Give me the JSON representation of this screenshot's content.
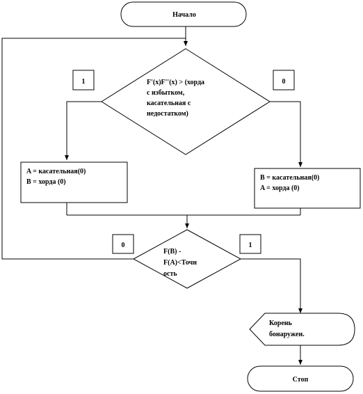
{
  "start_label": "Начало",
  "stop_label": "Стоп",
  "decision1": {
    "lines": [
      "F'(x)F''(x)  >   (хорда",
      "с избытком,",
      "касательная  с",
      "недостатком)"
    ]
  },
  "decision2": {
    "lines": [
      "F(B)   -",
      "F(A)<Точн",
      "ость"
    ]
  },
  "branch_labels": {
    "d1_yes": "1",
    "d1_no": "0",
    "d2_no": "0",
    "d2_yes": "1"
  },
  "process_left": {
    "lines": [
      "A = касательная(0)",
      "B = хорда  (0)"
    ]
  },
  "process_right": {
    "lines": [
      "B = касательная(0)",
      "A = хорда  (0)"
    ]
  },
  "output": {
    "lines": [
      "Корень",
      "бонаружен."
    ]
  },
  "colors": {
    "stroke": "#000000",
    "fill": "#ffffff",
    "text": "#000000"
  }
}
